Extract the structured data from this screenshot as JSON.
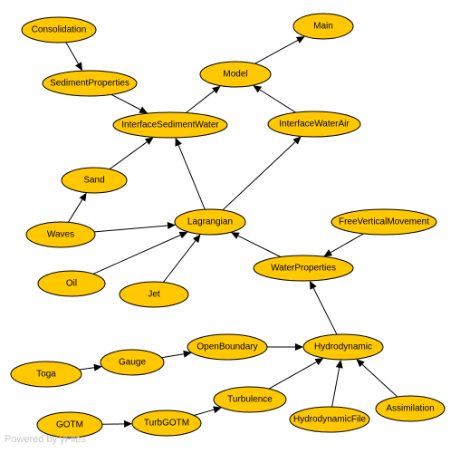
{
  "diagram": {
    "nodes": [
      {
        "id": "consolidation",
        "label": "Consolidation"
      },
      {
        "id": "main",
        "label": "Main"
      },
      {
        "id": "sediment",
        "label": "SedimentProperties"
      },
      {
        "id": "model",
        "label": "Model"
      },
      {
        "id": "isw",
        "label": "InterfaceSedimentWater"
      },
      {
        "id": "iwa",
        "label": "InterfaceWaterAir"
      },
      {
        "id": "sand",
        "label": "Sand"
      },
      {
        "id": "fvm",
        "label": "FreeVerticalMovement"
      },
      {
        "id": "waves",
        "label": "Waves"
      },
      {
        "id": "lagrangian",
        "label": "Lagrangian"
      },
      {
        "id": "waterprops",
        "label": "WaterProperties"
      },
      {
        "id": "oil",
        "label": "Oil"
      },
      {
        "id": "jet",
        "label": "Jet"
      },
      {
        "id": "openboundary",
        "label": "OpenBoundary"
      },
      {
        "id": "hydrodynamic",
        "label": "Hydrodynamic"
      },
      {
        "id": "gauge",
        "label": "Gauge"
      },
      {
        "id": "toga",
        "label": "Toga"
      },
      {
        "id": "turbulence",
        "label": "Turbulence"
      },
      {
        "id": "assimilation",
        "label": "Assimilation"
      },
      {
        "id": "hydrofile",
        "label": "HydrodynamicFile"
      },
      {
        "id": "gotm",
        "label": "GOTM"
      },
      {
        "id": "turbgotm",
        "label": "TurbGOTM"
      }
    ],
    "edges": [
      {
        "from": "consolidation",
        "to": "sediment"
      },
      {
        "from": "sediment",
        "to": "isw"
      },
      {
        "from": "isw",
        "to": "model"
      },
      {
        "from": "model",
        "to": "main"
      },
      {
        "from": "iwa",
        "to": "model"
      },
      {
        "from": "sand",
        "to": "isw"
      },
      {
        "from": "waves",
        "to": "sand"
      },
      {
        "from": "waves",
        "to": "lagrangian"
      },
      {
        "from": "lagrangian",
        "to": "isw"
      },
      {
        "from": "lagrangian",
        "to": "iwa"
      },
      {
        "from": "oil",
        "to": "lagrangian"
      },
      {
        "from": "jet",
        "to": "lagrangian"
      },
      {
        "from": "waterprops",
        "to": "lagrangian"
      },
      {
        "from": "fvm",
        "to": "waterprops"
      },
      {
        "from": "hydrodynamic",
        "to": "waterprops"
      },
      {
        "from": "openboundary",
        "to": "hydrodynamic"
      },
      {
        "from": "gauge",
        "to": "openboundary"
      },
      {
        "from": "toga",
        "to": "gauge"
      },
      {
        "from": "turbulence",
        "to": "hydrodynamic"
      },
      {
        "from": "hydrofile",
        "to": "hydrodynamic"
      },
      {
        "from": "assimilation",
        "to": "hydrodynamic"
      },
      {
        "from": "gotm",
        "to": "turbgotm"
      },
      {
        "from": "turbgotm",
        "to": "turbulence"
      }
    ]
  },
  "watermark": "Powered by yFiles",
  "colors": {
    "node_fill": "#ffc800",
    "stroke": "#000000"
  }
}
